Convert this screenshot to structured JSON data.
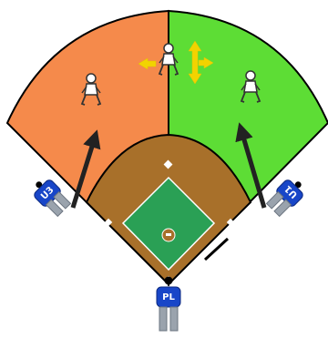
{
  "diagram": {
    "colors": {
      "left_zone": "#f58a4b",
      "right_zone": "#5ddd35",
      "infield_dirt": "#a8702a",
      "infield_grass": "#2aa055",
      "umpire_shirt": "#1846c8",
      "umpire_pants": "#9aa3ad",
      "movement_arrows": "#f2d300",
      "pointer_arrows": "#222222",
      "outline": "#000000"
    },
    "umpires": [
      {
        "id": "left",
        "label": "U3"
      },
      {
        "id": "right",
        "label": "U1"
      },
      {
        "id": "plate",
        "label": "PL"
      }
    ],
    "fielders": [
      {
        "id": "left-fielder"
      },
      {
        "id": "center-fielder"
      },
      {
        "id": "right-fielder"
      }
    ],
    "indicators": {
      "center_fielder_left": "left-arrow-icon",
      "center_fielder_vertical": "up-down-arrow-icon",
      "center_fielder_right": "right-arrow-icon"
    }
  }
}
